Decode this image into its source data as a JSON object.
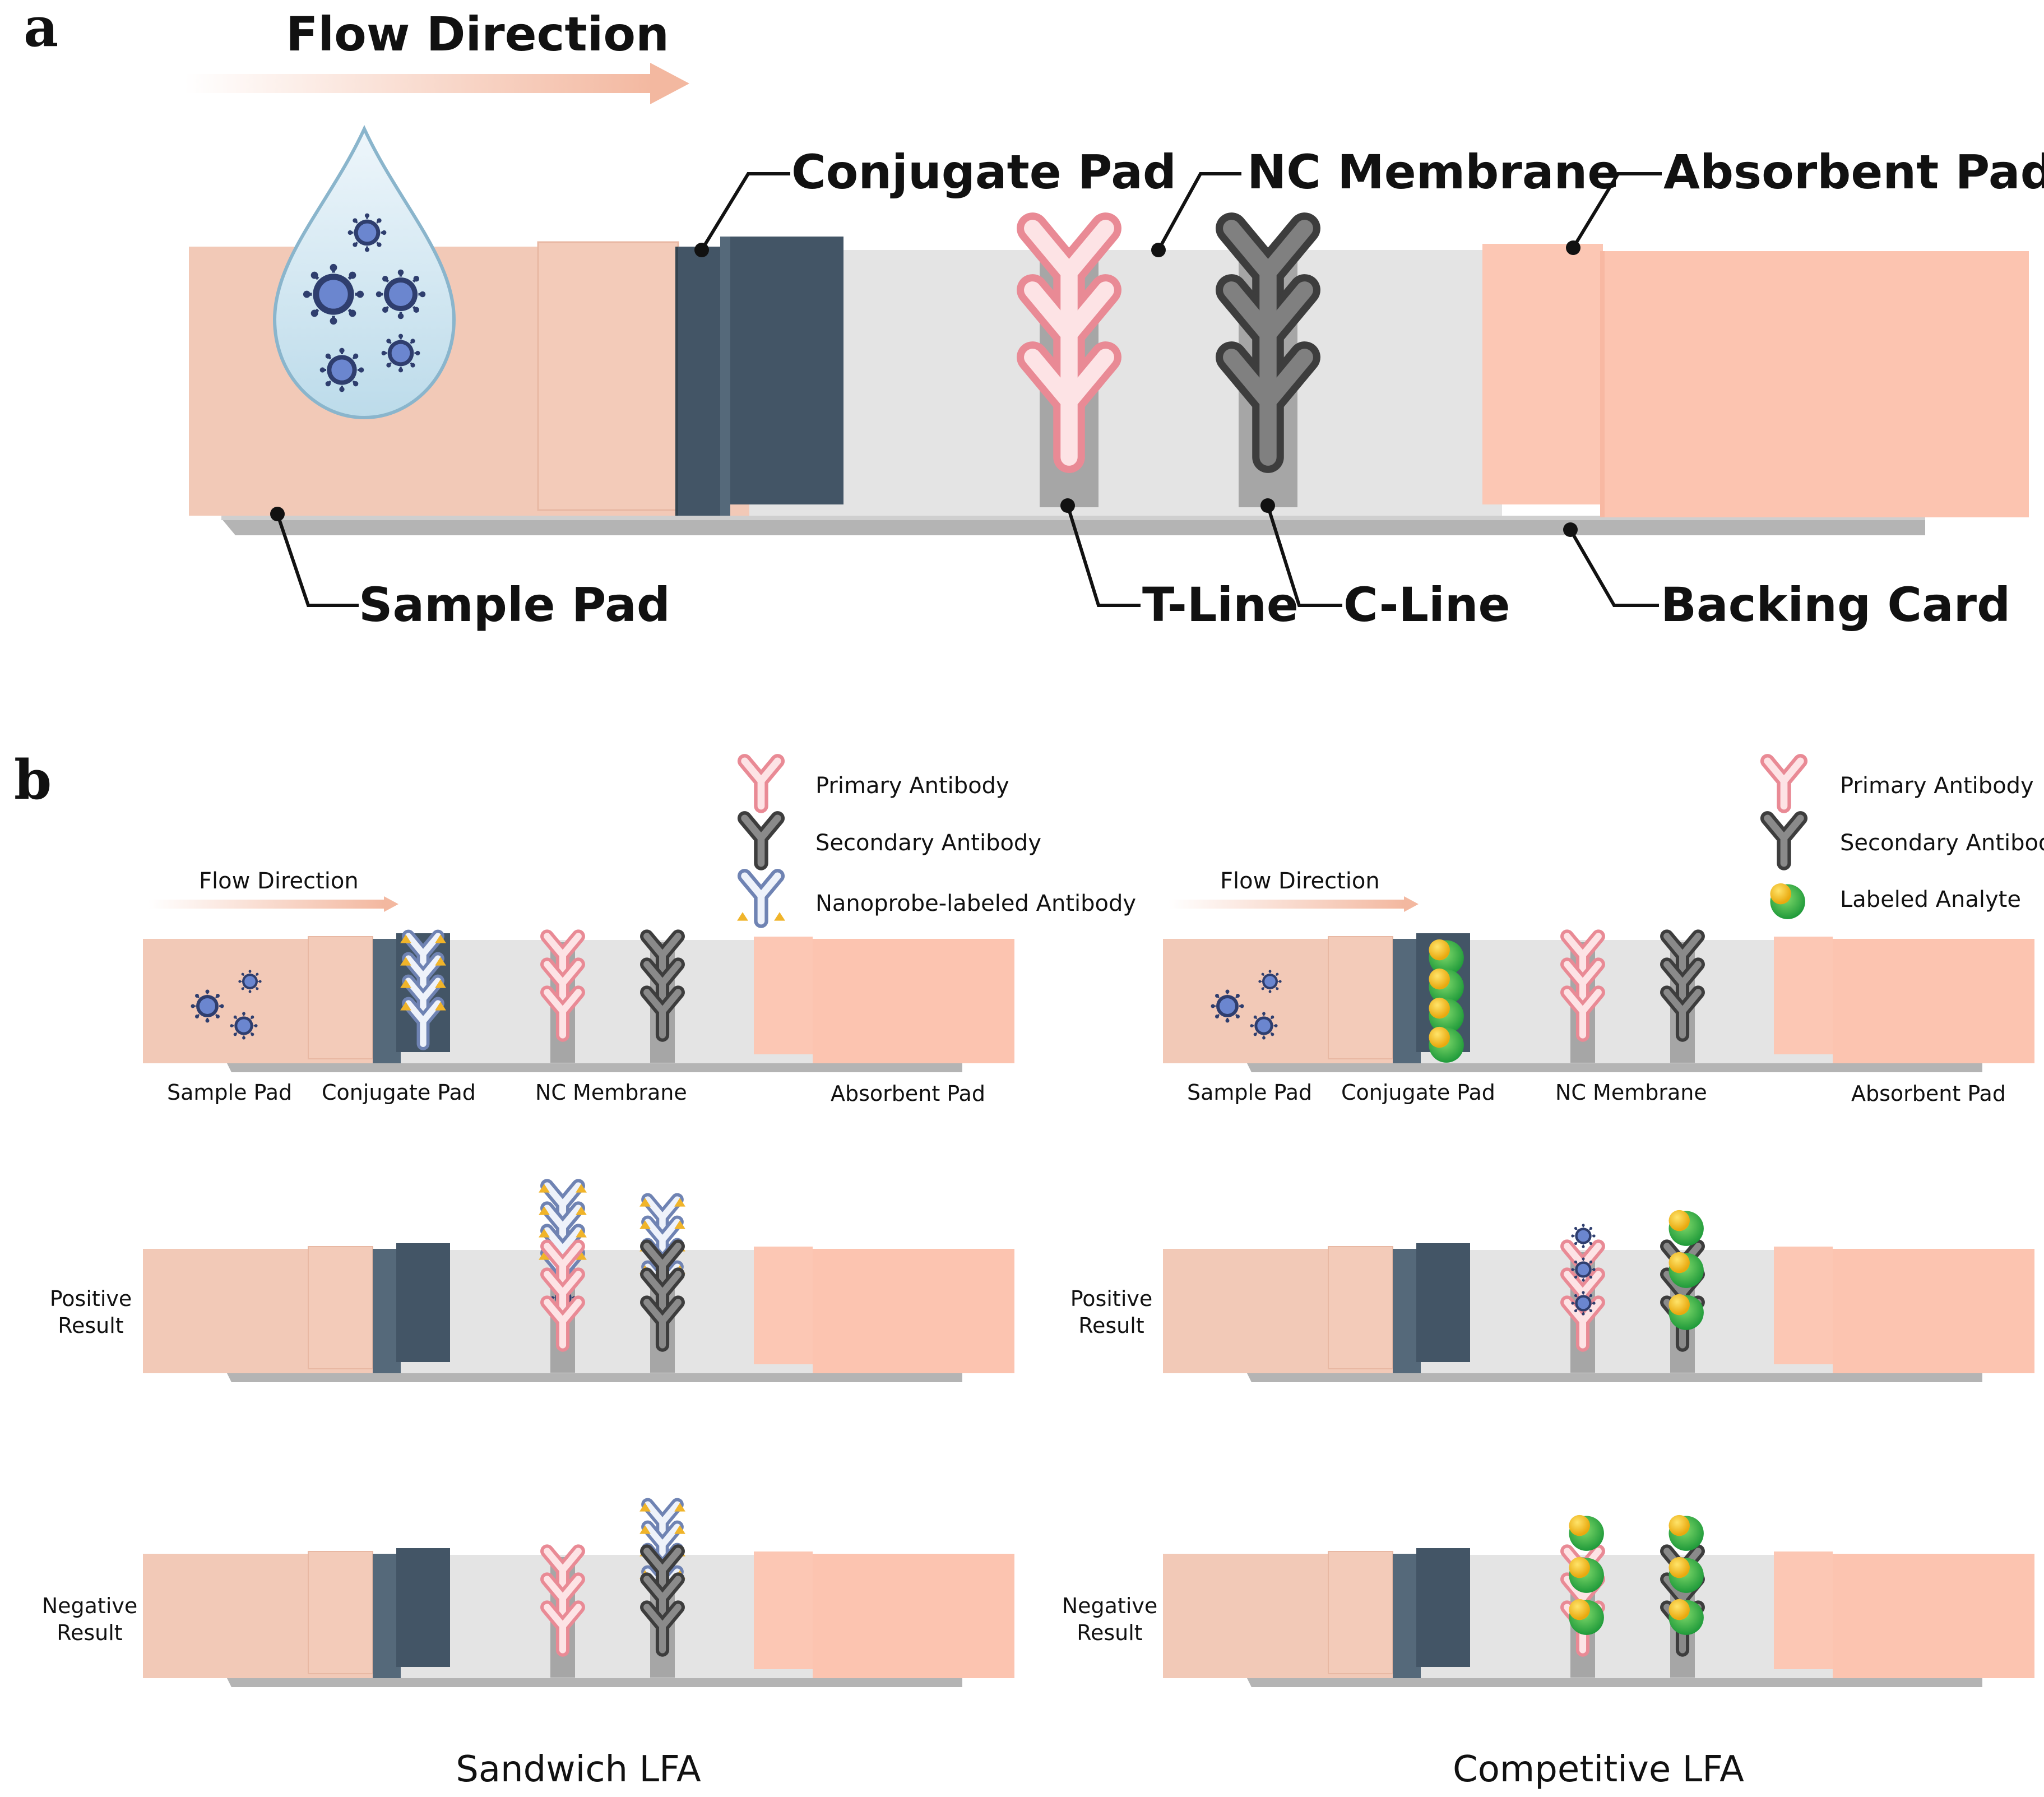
{
  "panel_a": {
    "letter": "a",
    "flow_direction": "Flow Direction",
    "labels": {
      "conjugate_pad": "Conjugate Pad",
      "nc_membrane": "NC Membrane",
      "absorbent_pad": "Absorbent Pad",
      "sample_pad": "Sample Pad",
      "t_line": "T-Line",
      "c_line": "C-Line",
      "backing_card": "Backing Card"
    }
  },
  "panel_b": {
    "letter": "b",
    "sandwich": {
      "flow_direction": "Flow Direction",
      "legend": {
        "primary": "Primary Antibody",
        "secondary": "Secondary Antibody",
        "nanoprobe": "Nanoprobe-labeled Antibody"
      },
      "strip_labels": {
        "sample_pad": "Sample Pad",
        "conjugate_pad": "Conjugate Pad",
        "nc_membrane": "NC Membrane",
        "absorbent_pad": "Absorbent Pad"
      },
      "positive": [
        "Positive",
        "Result"
      ],
      "negative": [
        "Negative",
        "Result"
      ],
      "caption": "Sandwich LFA"
    },
    "competitive": {
      "flow_direction": "Flow Direction",
      "legend": {
        "primary": "Primary Antibody",
        "secondary": "Secondary Antibody",
        "labeled": "Labeled Analyte"
      },
      "strip_labels": {
        "sample_pad": "Sample Pad",
        "conjugate_pad": "Conjugate Pad",
        "nc_membrane": "NC Membrane",
        "absorbent_pad": "Absorbent Pad"
      },
      "positive": [
        "Positive",
        "Result"
      ],
      "negative": [
        "Negative",
        "Result"
      ],
      "caption": "Competitive LFA"
    }
  },
  "colors": {
    "sample_pad": "#f2c9b7",
    "conjugate_dark": "#435566",
    "membrane": "#e4e4e4",
    "absorbent_pad": "#fcc4b0",
    "backing_shadow": "#b4b4b4",
    "primary_antibody": "#f3a7ad",
    "secondary_antibody": "#5e5e5e",
    "nanoprobe_antibody": "#a8b8d8",
    "virus": "#5a72b8",
    "label_green": "#2bb34a",
    "label_yellow": "#f6c21a",
    "arrow": "#f3b8a0"
  }
}
